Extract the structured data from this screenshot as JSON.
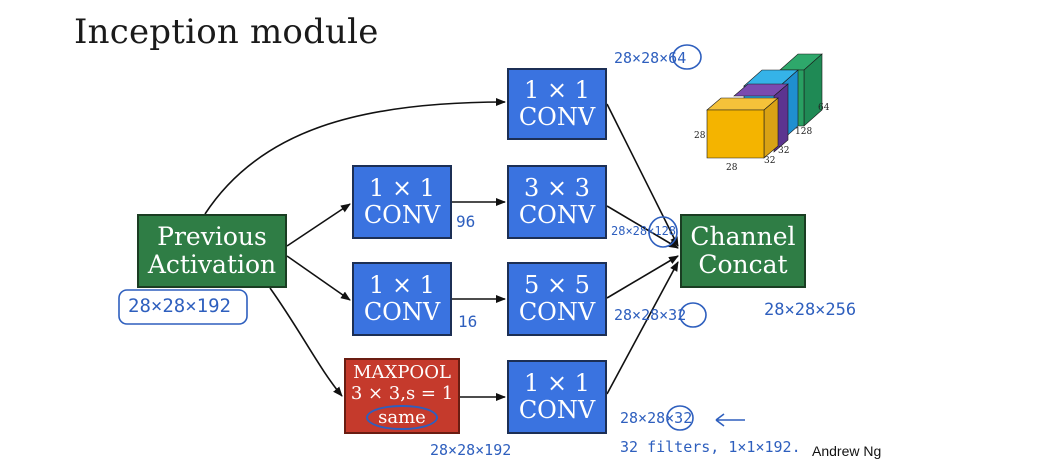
{
  "title": "Inception module",
  "boxes": {
    "previous": [
      "Previous",
      "Activation"
    ],
    "conv_top": [
      "1 × 1",
      "CONV"
    ],
    "conv_reduce_3x3": [
      "1 × 1",
      "CONV"
    ],
    "conv_3x3": [
      "3 × 3",
      "CONV"
    ],
    "conv_reduce_5x5": [
      "1 × 1",
      "CONV"
    ],
    "conv_5x5": [
      "5 × 5",
      "CONV"
    ],
    "maxpool": [
      "MAXPOOL",
      "3 × 3,s = 1",
      "same"
    ],
    "conv_after_pool": [
      "1 × 1",
      "CONV"
    ],
    "concat": [
      "Channel",
      "Concat"
    ]
  },
  "annotations": {
    "input_dims": "28×28×192",
    "top_out": "28×28×64",
    "reduce_3x3_channels": "96",
    "mid_3x3_out": "28×28×128",
    "reduce_5x5_channels": "16",
    "mid_5x5_out": "28×28×32",
    "pool_out_dims": "28×28×192",
    "pool_branch_out": "28×28×32",
    "pool_branch_note": "32 filters, 1×1×192.",
    "concat_out": "28×28×256"
  },
  "cube_labels": {
    "height": "28",
    "width": "28",
    "d1": "32",
    "d2": "32",
    "d3": "128",
    "d4": "64"
  },
  "credit": "Andrew Ng",
  "colors": {
    "conv": "#3a73e0",
    "activation": "#2f7d45",
    "maxpool": "#c53a2c",
    "handwriting": "#2e5fbe"
  }
}
